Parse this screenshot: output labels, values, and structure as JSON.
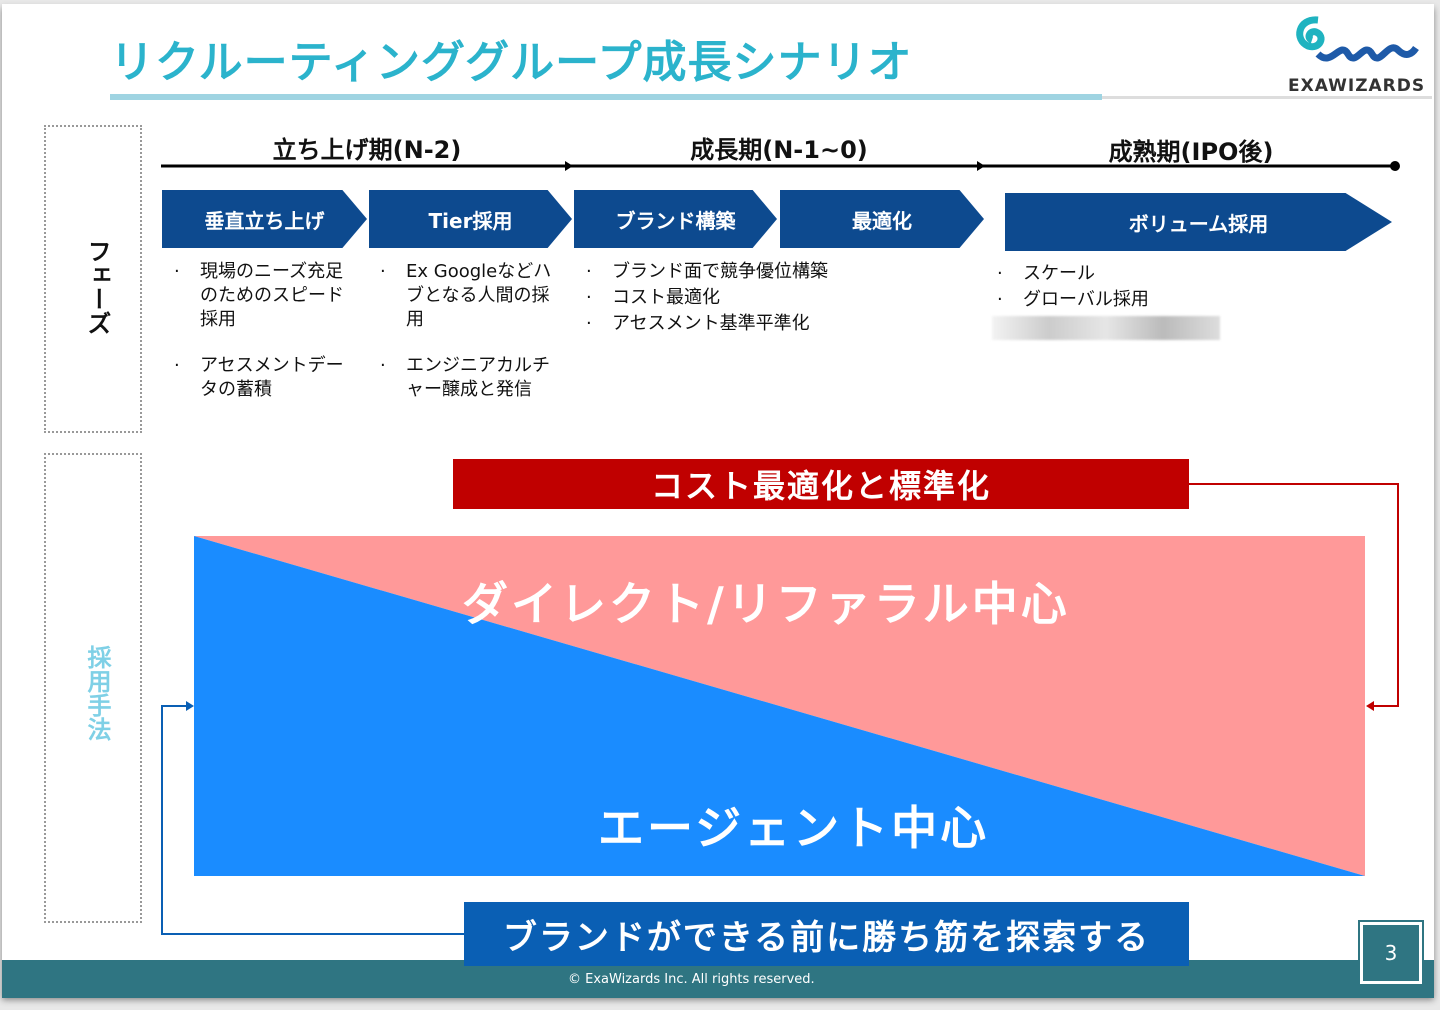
{
  "title": "リクルーティンググループ成長シナリオ",
  "logo": {
    "text": "EXAWIZARDS"
  },
  "side_labels": {
    "phase": "フェーズ",
    "method": "採用手法"
  },
  "phases": [
    {
      "label": "立ち上げ期(N-2)"
    },
    {
      "label": "成長期(N-1~0)"
    },
    {
      "label": "成熟期(IPO後)"
    }
  ],
  "steps": [
    {
      "label": "垂直立ち上げ",
      "bullets": [
        "現場のニーズ充足のためのスピード採用",
        "アセスメントデータの蓄積"
      ]
    },
    {
      "label": "Tier採用",
      "bullets": [
        "Ex Googleなどハブとなる人間の採用",
        "エンジニアカルチャー醸成と発信"
      ]
    },
    {
      "label": "ブランド構築",
      "bullets": [
        "ブランド面で競争優位構築",
        "コスト最適化",
        "アセスメント基準平準化"
      ]
    },
    {
      "label": "最適化",
      "bullets": []
    },
    {
      "label": "ボリューム採用",
      "bullets": [
        "スケール",
        "グローバル採用"
      ]
    }
  ],
  "cost_banner": "コスト最適化と標準化",
  "direct_label": "ダイレクト/リファラル中心",
  "agent_label": "エージェント中心",
  "brand_banner": "ブランドができる前に勝ち筋を探索する",
  "colors": {
    "title": "#2bb3cc",
    "chevron": "#0d4a8f",
    "red": "#c00000",
    "pink": "#ff9999",
    "blue": "#1a8cff"
  },
  "footer": {
    "copyright": "© ExaWizards Inc. All rights reserved.",
    "page": "3"
  }
}
